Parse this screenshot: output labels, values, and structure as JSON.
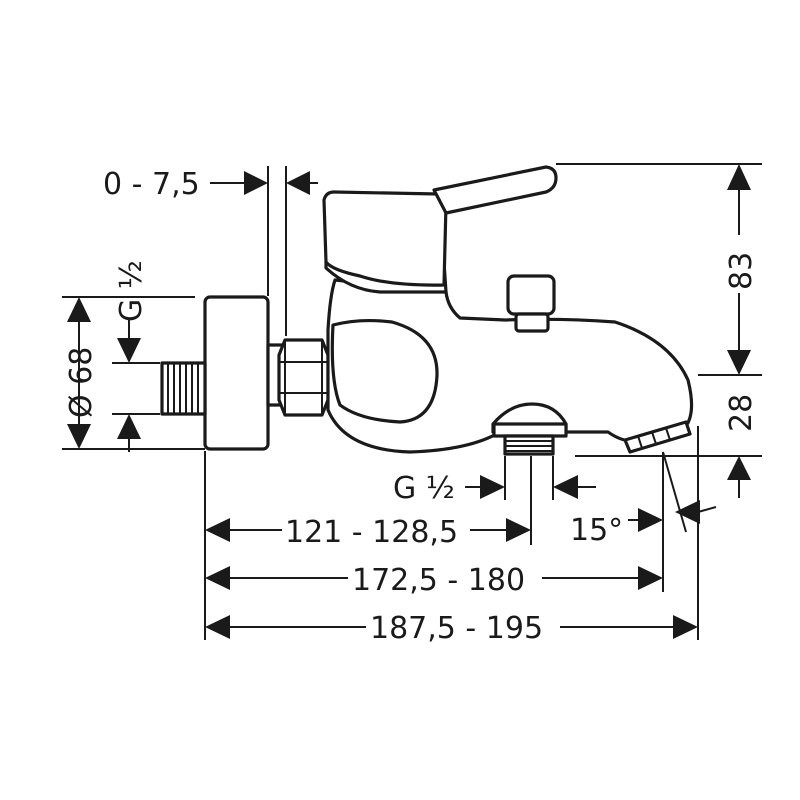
{
  "dimensions": {
    "wall_offset": "0 - 7,5",
    "inlet_thread": "G ½",
    "diameter": "Ø 68",
    "height": "83",
    "spout_height": "28",
    "outlet_thread": "G ½",
    "angle": "15°",
    "dim_1": "121 - 128,5",
    "dim_2": "172,5 - 180",
    "dim_3": "187,5 - 195"
  }
}
